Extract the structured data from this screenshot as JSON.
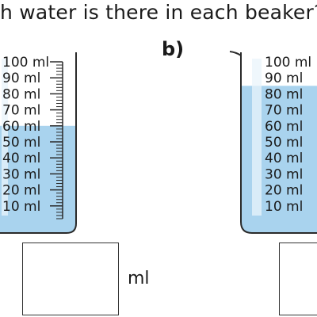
{
  "question": "h water is there in each beaker?",
  "part_b_label": "b)",
  "unit_label": "ml",
  "colors": {
    "water": "#a9d3ee",
    "air": "#ffffff",
    "outline": "#2a2a2a",
    "highlight": "#e9f4fb"
  },
  "beakers": [
    {
      "id": "a",
      "tick_labels": [
        "100 ml",
        "90 ml",
        "80 ml",
        "70 ml",
        "60 ml",
        "50 ml",
        "40 ml",
        "30 ml",
        "20 ml",
        "10 ml"
      ],
      "capacity_ml": 100,
      "water_level_ml": 60
    },
    {
      "id": "b",
      "tick_labels": [
        "100 ml",
        "90 ml",
        "80 ml",
        "70 ml",
        "60 ml",
        "50 ml",
        "40 ml",
        "30 ml",
        "20 ml",
        "10 ml"
      ],
      "capacity_ml": 100,
      "water_level_ml": 85
    }
  ]
}
